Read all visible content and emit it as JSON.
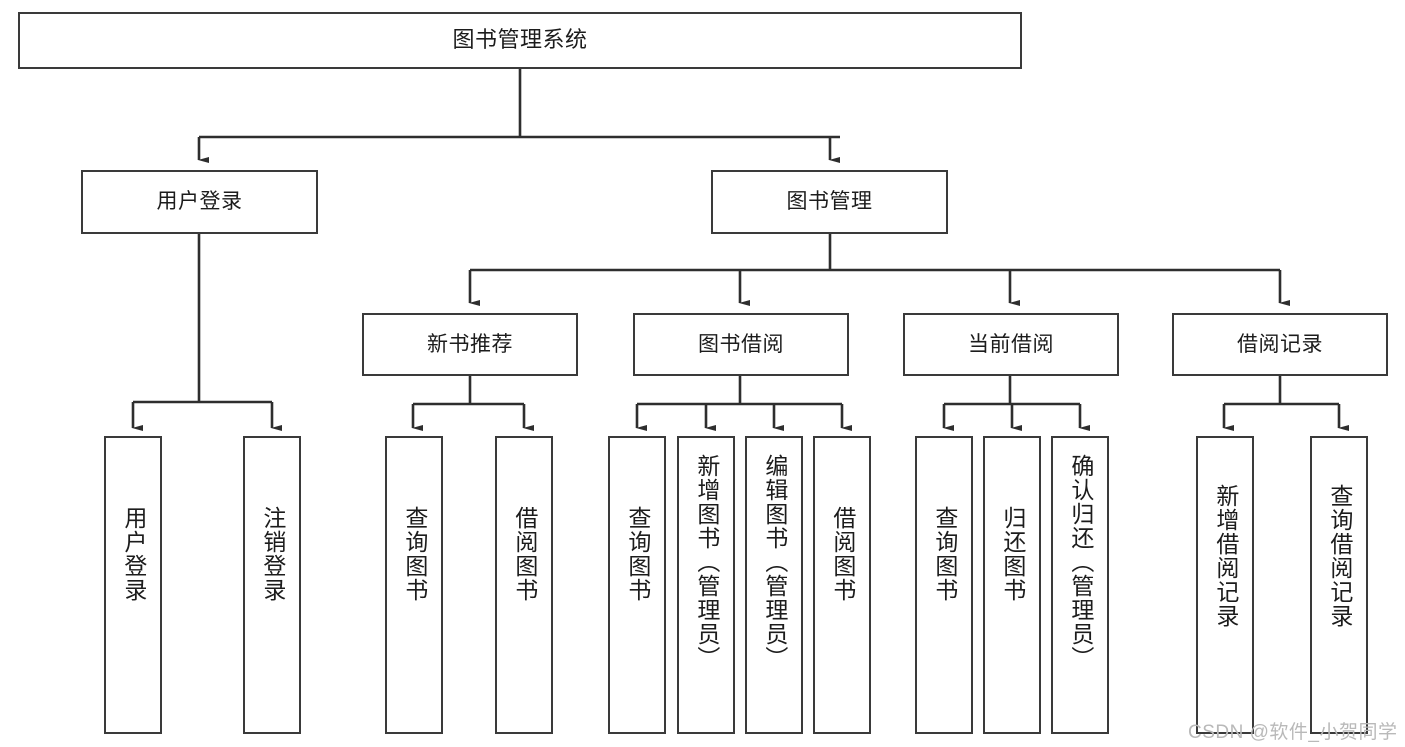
{
  "diagram": {
    "title": "图书管理系统",
    "type": "hierarchy-tree",
    "root": {
      "label": "图书管理系统"
    },
    "level2": [
      {
        "label": "用户登录"
      },
      {
        "label": "图书管理"
      }
    ],
    "level3": [
      {
        "label": "新书推荐"
      },
      {
        "label": "图书借阅"
      },
      {
        "label": "当前借阅"
      },
      {
        "label": "借阅记录"
      }
    ],
    "leaves": {
      "user_login": [
        {
          "label": "用户登录"
        },
        {
          "label": "注销登录"
        }
      ],
      "new_book_recommend": [
        {
          "label": "查询图书"
        },
        {
          "label": "借阅图书"
        }
      ],
      "book_borrow": [
        {
          "label": "查询图书"
        },
        {
          "label": "新增图书（管理员）"
        },
        {
          "label": "编辑图书（管理员）"
        },
        {
          "label": "借阅图书"
        }
      ],
      "current_borrow": [
        {
          "label": "查询图书"
        },
        {
          "label": "归还图书"
        },
        {
          "label": "确认归还（管理员）"
        }
      ],
      "borrow_record": [
        {
          "label": "新增借阅记录"
        },
        {
          "label": "查询借阅记录"
        }
      ]
    }
  },
  "watermark": {
    "text": "CSDN @软件_小贺同学"
  },
  "colors": {
    "stroke": "#3a3a3a",
    "text": "#1c1c1c",
    "background": "#ffffff",
    "watermark": "#b9b9b9"
  }
}
